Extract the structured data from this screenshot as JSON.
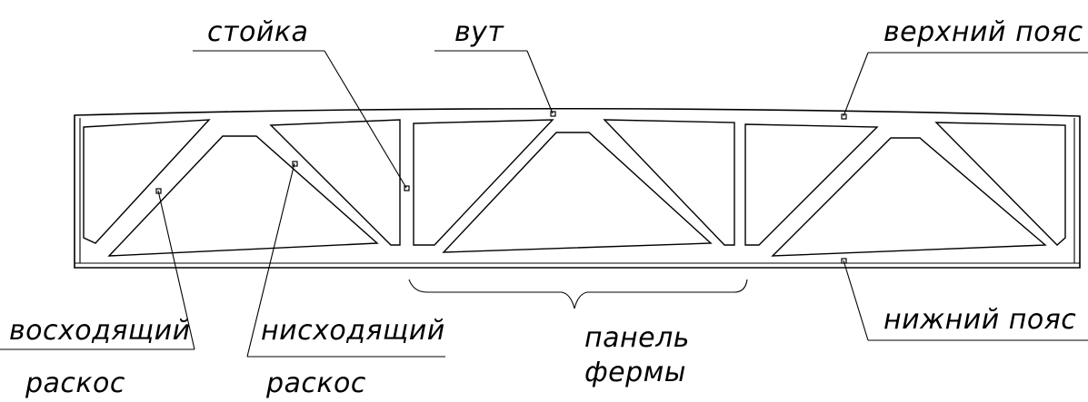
{
  "labels": {
    "stoika": "стойка",
    "vut": "вут",
    "verkhniy_poyas": "верхний пояс",
    "voskhodyashchiy": "восходящий",
    "raskos_1": "раскос",
    "niskhodyashchiy": "нисходящий",
    "raskos_2": "раскос",
    "panel": "панель",
    "fermy": "фермы",
    "nizhniy_poyas": "нижний пояс"
  }
}
